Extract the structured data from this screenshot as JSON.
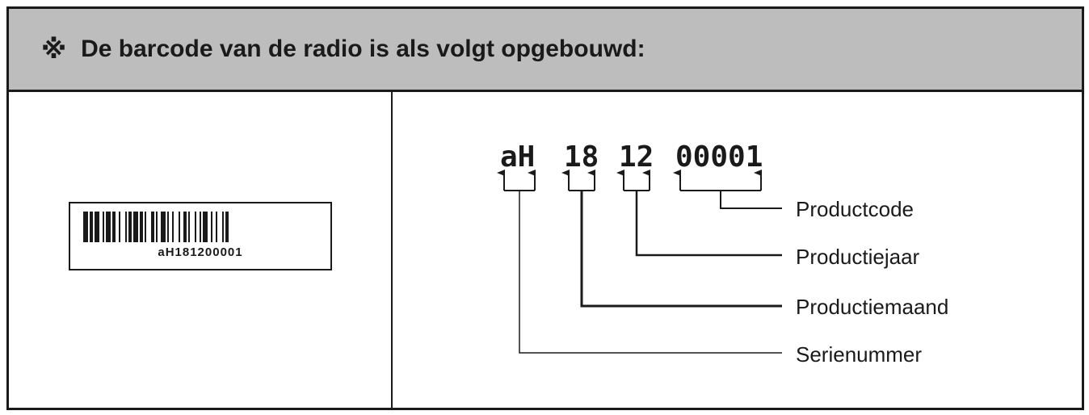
{
  "header": {
    "mark": "※",
    "title": "De barcode van de radio is als volgt opgebouwd:"
  },
  "barcode": {
    "text": "aH181200001"
  },
  "breakdown": {
    "segments": [
      "aH",
      "18",
      "12",
      "00001"
    ],
    "labels": {
      "productcode": "Productcode",
      "productiejaar": "Productiejaar",
      "productiemaand": "Productiemaand",
      "serienummer": "Serienummer"
    }
  }
}
